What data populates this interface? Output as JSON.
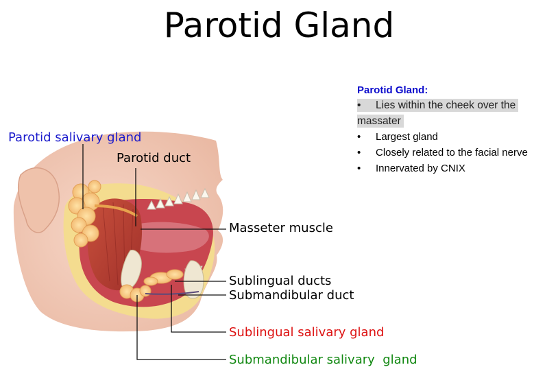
{
  "title": "Parotid Gland",
  "notes": {
    "heading": "Parotid Gland:",
    "items": [
      "Lies within the cheek over the massater",
      "Largest gland",
      "Closely related to the facial nerve",
      "Innervated by CNIX"
    ]
  },
  "labels": {
    "parotid_salivary_gland": "Parotid salivary gland",
    "parotid_duct": "Parotid duct",
    "masseter_muscle": "Masseter muscle",
    "sublingual_ducts": "Sublingual ducts",
    "submandibular_duct": "Submandibular duct",
    "sublingual_salivary_gland": "Sublingual salivary gland",
    "submandibular_salivary_gland": "Submandibular salivary  gland"
  },
  "colors": {
    "blue_label": "#1a1acc",
    "red_label": "#dd1111",
    "green_label": "#118811",
    "heading_blue": "#0b0bcc"
  }
}
